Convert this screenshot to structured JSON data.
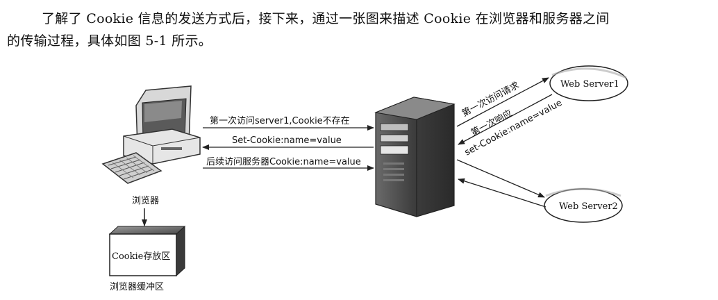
{
  "paragraph": {
    "line1": "了解了 Cookie 信息的发送方式后，接下来，通过一张图来描述 Cookie 在浏览器和服务器之间",
    "line2": "的传输过程，具体如图 5-1 所示。"
  },
  "figure": {
    "browser_label": "浏览器",
    "cookie_box_label": "Cookie存放区",
    "cache_label": "浏览器缓冲区",
    "arrow_first_visit": "第一次访问server1,Cookie不存在",
    "arrow_set_cookie": "Set-Cookie:name=value",
    "arrow_later_visit": "后续访问服务器Cookie:name=value",
    "ws1_label": "Web Server1",
    "ws2_label": "Web Server2",
    "diag_request": "第一次访问请求",
    "diag_response": "第一次响应",
    "diag_set_cookie": "set-Cookie:name=value"
  }
}
